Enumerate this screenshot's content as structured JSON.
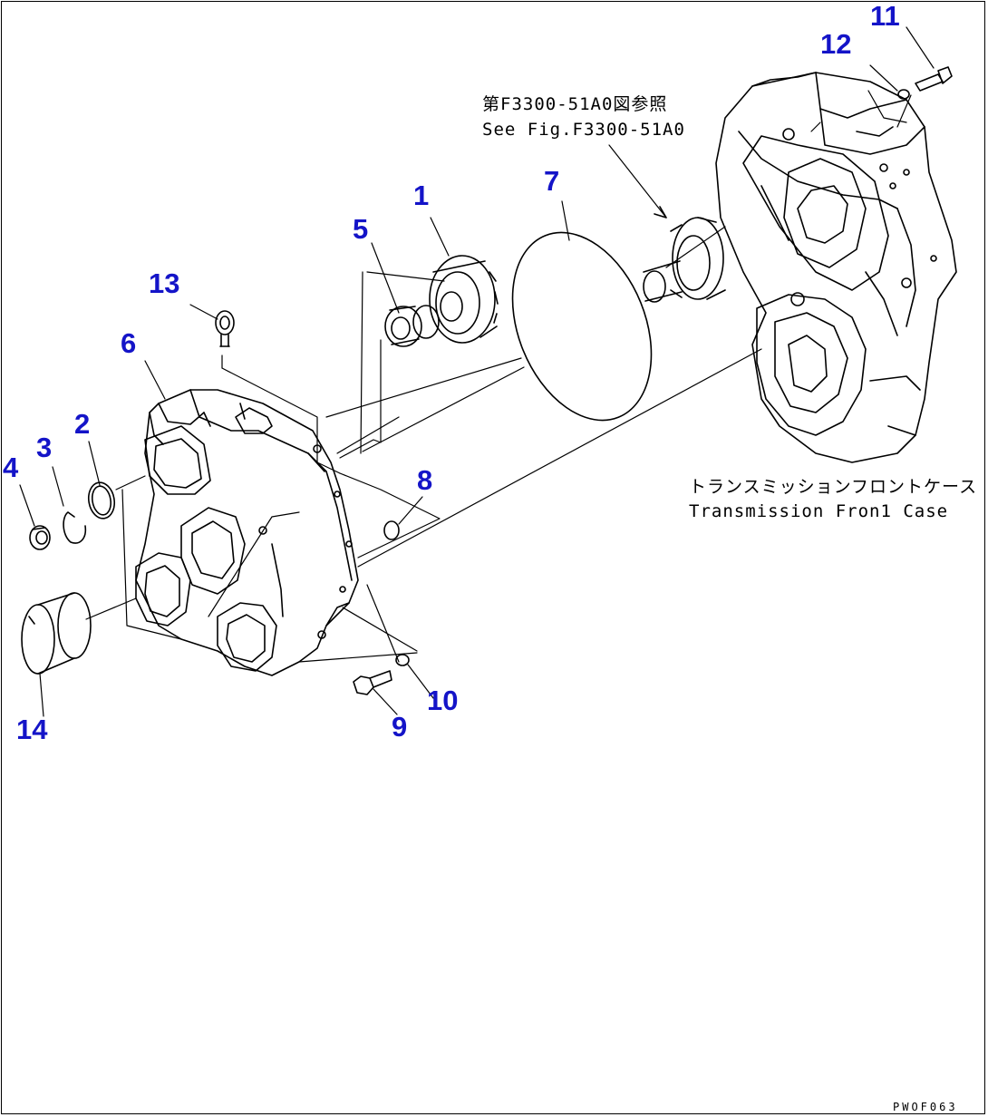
{
  "callouts": [
    "1",
    "2",
    "3",
    "4",
    "5",
    "6",
    "7",
    "8",
    "9",
    "10",
    "11",
    "12",
    "13",
    "14"
  ],
  "reference_note": {
    "line1": "第F3300-51A0図参照",
    "line2": "See Fig.F3300-51A0"
  },
  "case_label": {
    "line1": "トランスミッションフロントケース",
    "line2": "Transmission Fron1 Case"
  },
  "drawing_code": "PWOF063"
}
